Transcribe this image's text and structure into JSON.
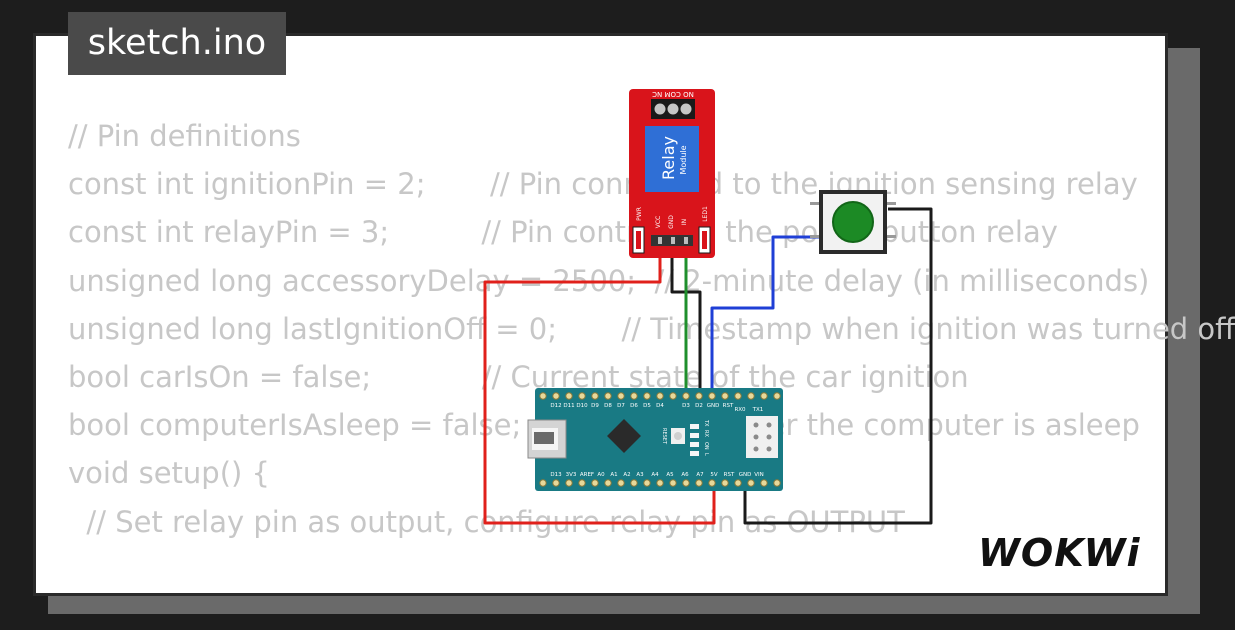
{
  "project": {
    "filename": "sketch.ino"
  },
  "code": {
    "lines": [
      "// Pin definitions",
      "const int ignitionPin = 2;       // Pin connected to the ignition sensing relay",
      "const int relayPin = 3;          // Pin controlling the power button relay",
      "unsigned long accessoryDelay = 2500;  // 2-minute delay (in milliseconds)",
      "unsigned long lastIgnitionOff = 0;       // Timestamp when ignition was turned off",
      "bool carIsOn = false;            // Current state of the car ignition",
      "bool computerIsAsleep = false;   // Tracks whether the computer is asleep",
      "",
      "void setup() {",
      "",
      "  // Set relay pin as output, configure relay pin as OUTPUT"
    ]
  },
  "relay": {
    "title": "Relay",
    "subtitle": "Module",
    "pin_top": "NO COM NC",
    "pins": [
      "VCC",
      "GND",
      "IN"
    ],
    "leds": [
      "PWR",
      "LED1"
    ]
  },
  "nano": {
    "top_pins": [
      "D12",
      "D11",
      "D10",
      "D9",
      "D8",
      "D7",
      "D6",
      "D5",
      "D4",
      "D3",
      "D2",
      "GND",
      "RST"
    ],
    "bottom_pins": [
      "D13",
      "3V3",
      "AREF",
      "A0",
      "A1",
      "A2",
      "A3",
      "A4",
      "A5",
      "A6",
      "A7",
      "5V",
      "RST",
      "GND",
      "VIN"
    ],
    "labels": {
      "reset": "RESET",
      "tx": "TX",
      "rx": "RX",
      "on": "ON",
      "l": "L",
      "rx0": "RX0",
      "tx1": "TX1"
    }
  },
  "wires": {
    "red": "#e0201b",
    "black": "#1a1a1a",
    "green": "#1f8f2c",
    "blue": "#1f3fd6"
  },
  "colors": {
    "board": "#197a84",
    "relay": "#d9141b",
    "button": "#1c8a25"
  },
  "logo": {
    "text": "WOKWi"
  }
}
